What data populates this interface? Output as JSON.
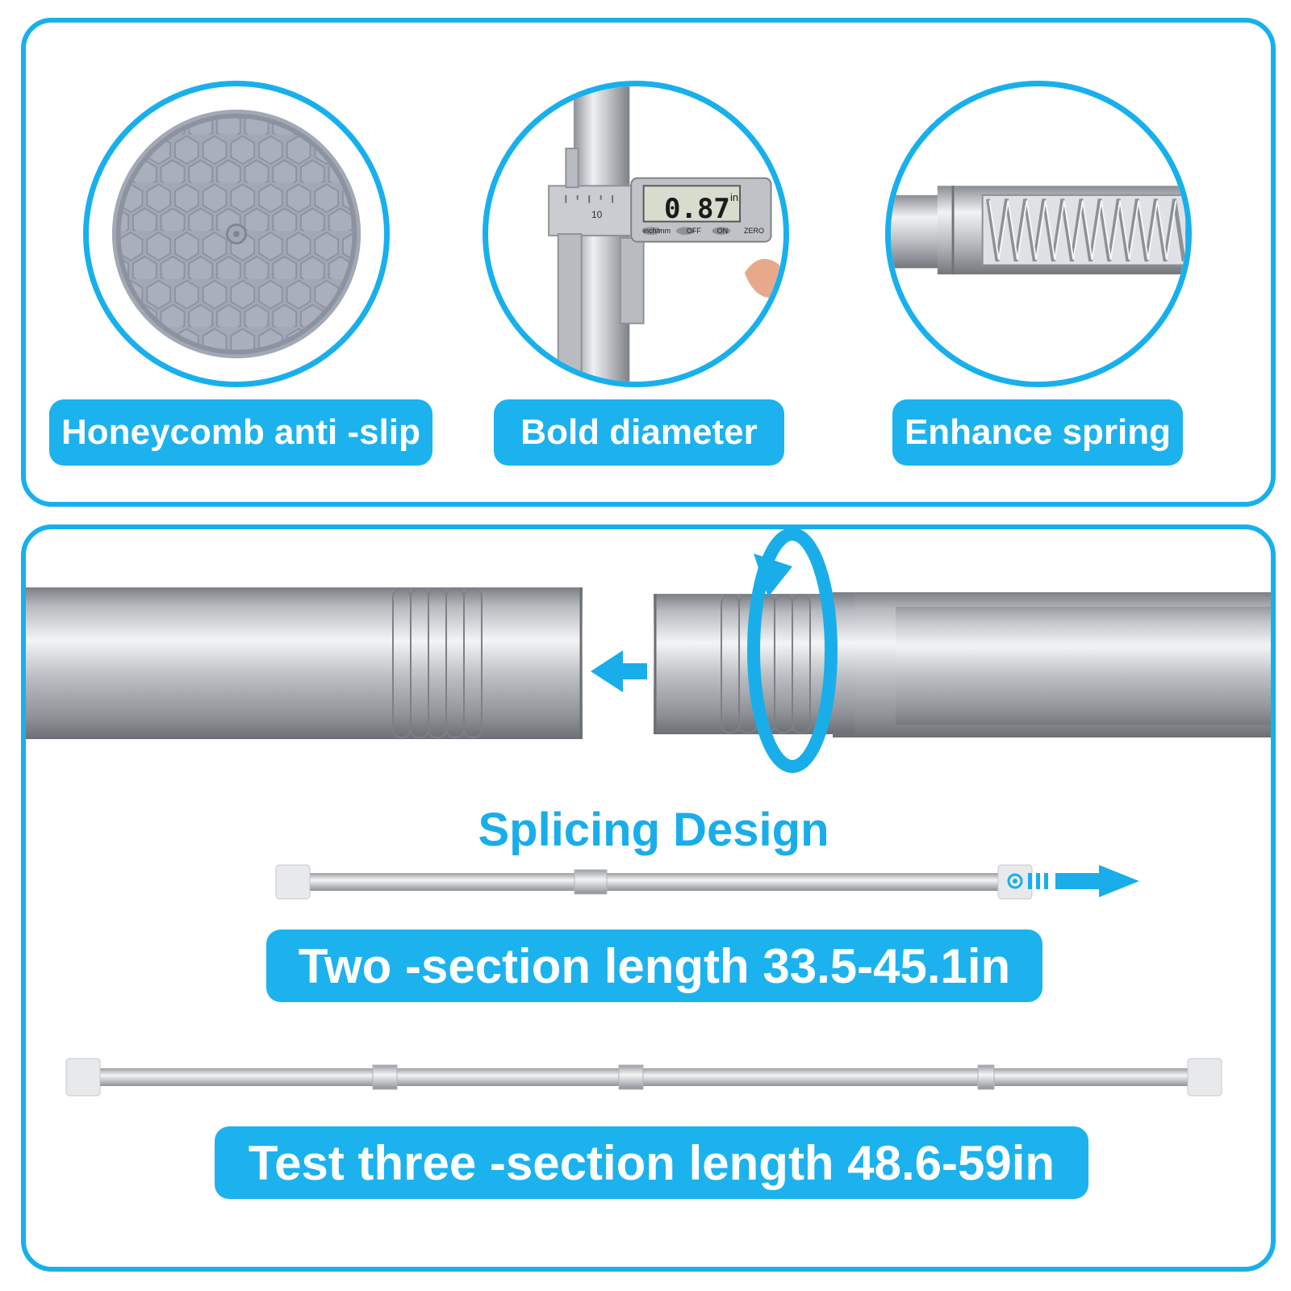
{
  "features": [
    {
      "label": "Honeycomb anti -slip",
      "icon": "honeycomb-pad-icon"
    },
    {
      "label": "Bold diameter",
      "icon": "caliper-icon"
    },
    {
      "label": "Enhance spring",
      "icon": "spring-icon"
    }
  ],
  "caliper": {
    "reading": "0.87",
    "unit": "in",
    "scale_mark": "10",
    "buttons": [
      "inch/mm",
      "OFF",
      "ON",
      "ZERO"
    ]
  },
  "splicing": {
    "title": "Splicing Design"
  },
  "lengths": {
    "two_section": "Two -section length 33.5-45.1in",
    "three_section": "Test three -section length 48.6-59in"
  },
  "colors": {
    "accent": "#18b0ec",
    "metal": "#b9bcc0",
    "pad": "#9fa6b2"
  }
}
